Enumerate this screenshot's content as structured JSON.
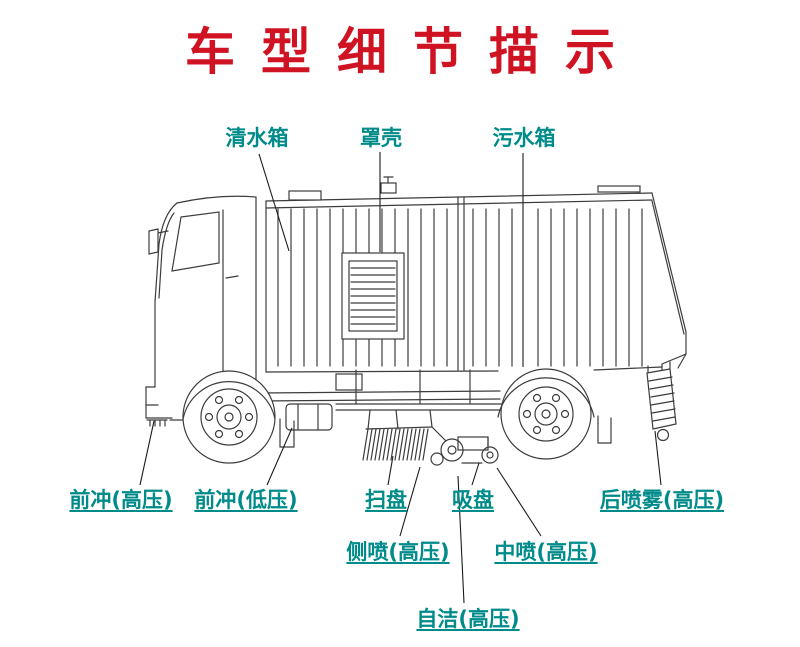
{
  "title": "车型细节描示",
  "callouts": {
    "clean_water_tank": "清水箱",
    "cover_shell": "罩壳",
    "dirty_water_tank": "污水箱",
    "front_flush_high": "前冲(高压)",
    "front_flush_low": "前冲(低压)",
    "sweep_disc": "扫盘",
    "suction_plate": "吸盘",
    "rear_spray_high": "后喷雾(高压)",
    "side_spray_high": "侧喷(高压)",
    "center_spray_high": "中喷(高压)",
    "self_clean_high": "自洁(高压)"
  },
  "colors": {
    "title_red": "#cf1322",
    "label_teal": "#008b8b",
    "drawing_line": "#3c3c3c"
  }
}
